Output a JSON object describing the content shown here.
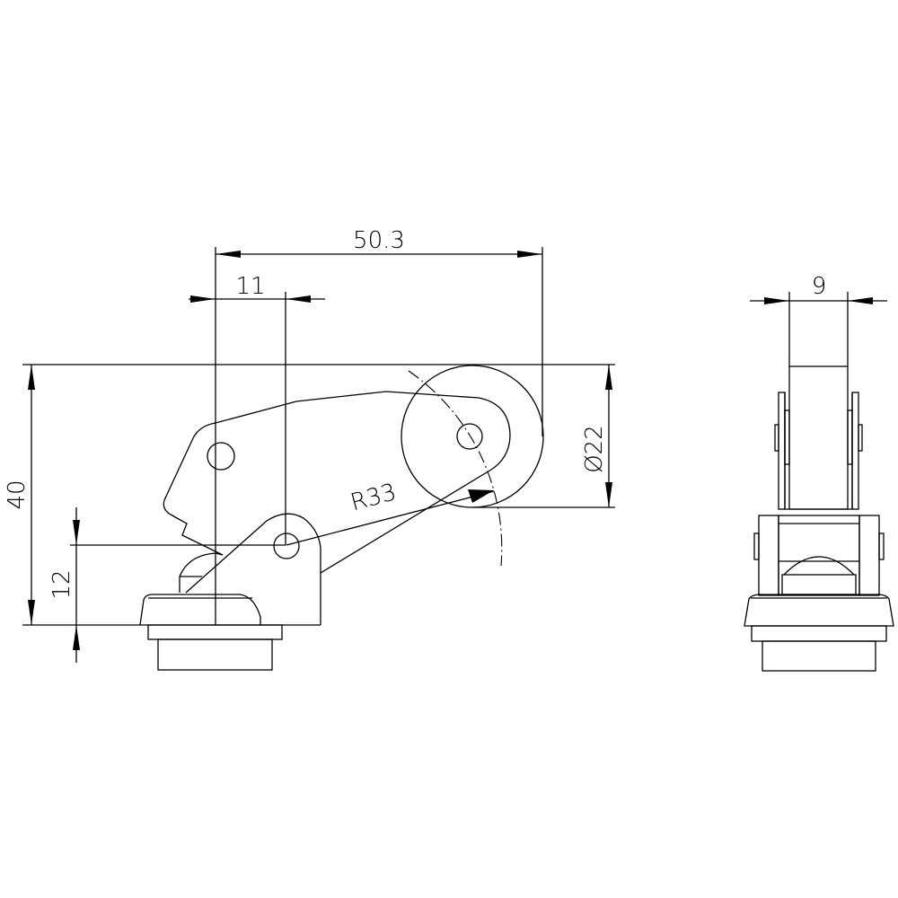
{
  "drawing": {
    "front_view": {
      "dimensions": {
        "overall_width": "50.3",
        "pivot_offset": "11",
        "height": "40",
        "pivot_height": "12",
        "roller_diameter": "Ø22",
        "lever_radius": "R33"
      }
    },
    "side_view": {
      "dimensions": {
        "roller_width": "9"
      }
    },
    "colors": {
      "line": "#000000",
      "background": "#ffffff"
    }
  }
}
